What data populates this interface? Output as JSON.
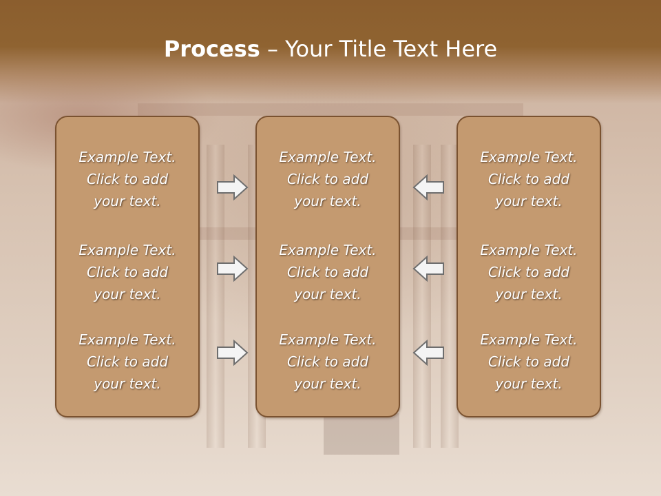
{
  "slide": {
    "title_bold": "Process",
    "title_sep": " – ",
    "title_rest": "Your Title Text Here"
  },
  "colors": {
    "title_bar": "#8b5e2e",
    "panel_fill": "#c49a70",
    "panel_border": "#7a5230",
    "arrow_fill": "#f4f4f4",
    "arrow_stroke": "#6e6e6e"
  },
  "columns": [
    {
      "items": [
        "Example Text.\nClick  to add\nyour text.",
        "Example Text.\nClick  to add\nyour text.",
        "Example Text.\nClick  to add\nyour text."
      ]
    },
    {
      "items": [
        "Example Text.\nClick  to add\nyour text.",
        "Example Text.\nClick  to add\nyour text.",
        "Example Text.\nClick  to add\nyour text."
      ]
    },
    {
      "items": [
        "Example Text.\nClick  to add\nyour text.",
        "Example Text.\nClick  to add\nyour text.",
        "Example Text.\nClick  to add\nyour text."
      ]
    }
  ],
  "arrows": {
    "left_group": "right-arrow-icon",
    "right_group": "left-arrow-icon"
  }
}
